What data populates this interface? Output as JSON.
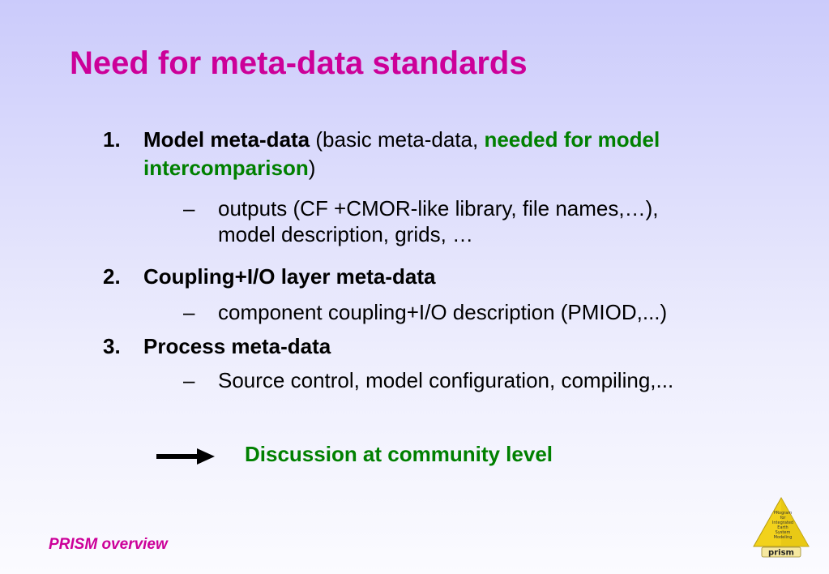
{
  "slide": {
    "title": "Need for meta-data standards",
    "items": [
      {
        "number": "1.",
        "bold": "Model meta-data",
        "plain_open": " (basic meta-data, ",
        "green_line1": "needed for model",
        "green_line2": "intercomparison",
        "plain_close": ")",
        "sub_dash": "–",
        "sub_line1": "outputs (CF +CMOR-like library, file names,…),",
        "sub_line2": "model description, grids, …"
      },
      {
        "number": "2.",
        "bold": "Coupling+I/O layer meta-data",
        "sub_dash": "–",
        "sub": "component coupling+I/O description (PMIOD,...)"
      },
      {
        "number": "3.",
        "bold": "Process meta-data",
        "sub_dash": "–",
        "sub": "Source control, model configuration, compiling,..."
      }
    ],
    "discussion": "Discussion at community level",
    "footer": "PRISM overview",
    "logo": {
      "icon": "prism-pyramid-logo",
      "text_lines": [
        "PRogram",
        "for",
        "Integrated",
        "Earth",
        "System",
        "Modeling"
      ],
      "label": "prism",
      "color": "#f2d21b"
    }
  }
}
